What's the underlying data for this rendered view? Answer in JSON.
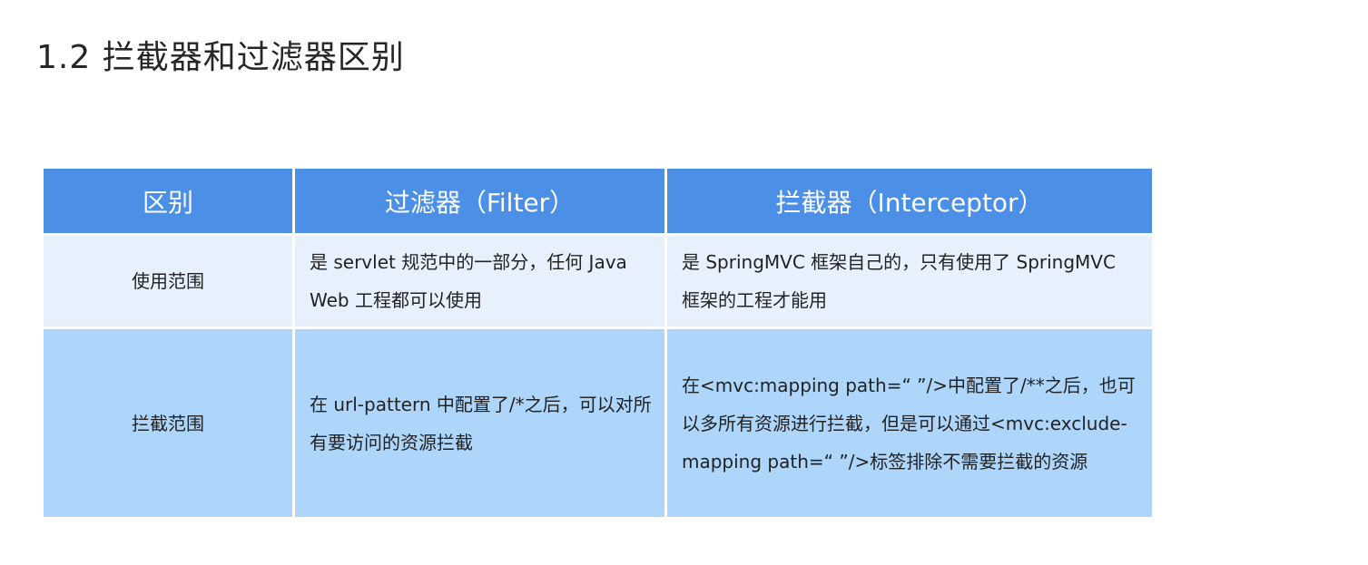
{
  "title": "1.2 拦截器和过滤器区别",
  "table": {
    "headers": [
      "区别",
      "过滤器（Filter）",
      "拦截器（Interceptor）"
    ],
    "rows": [
      {
        "label": "使用范围",
        "filter": "是 servlet 规范中的一部分，任何 Java Web 工程都可以使用",
        "interceptor": "是 SpringMVC 框架自己的，只有使用了 SpringMVC 框架的工程才能用"
      },
      {
        "label": "拦截范围",
        "filter": "在 url-pattern 中配置了/*之后，可以对所有要访问的资源拦截",
        "interceptor": "在<mvc:mapping path=“ ”/>中配置了/**之后，也可以多所有资源进行拦截，但是可以通过<mvc:exclude-mapping path=“ ”/>标签排除不需要拦截的资源"
      }
    ]
  },
  "colors": {
    "header_bg": "#4b8fe6",
    "row1_bg": "#e6f1fd",
    "row2_bg": "#aed6fa"
  }
}
